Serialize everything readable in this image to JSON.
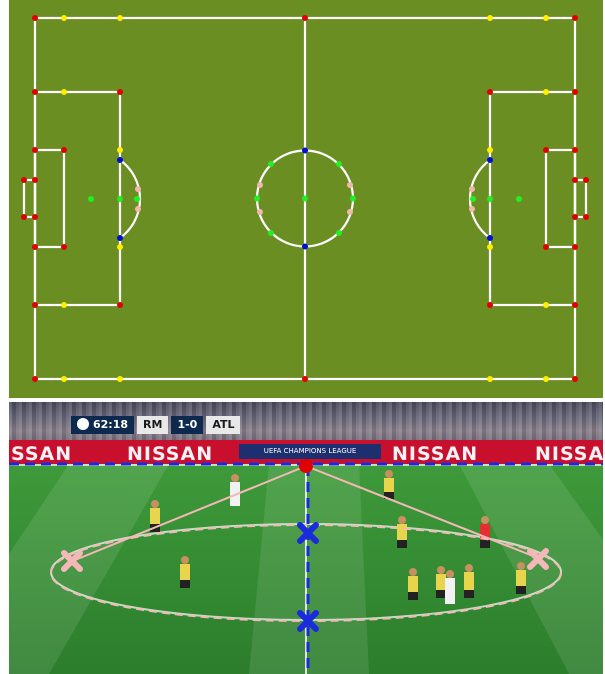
{
  "panels": {
    "top": "pitch-keypoint-template",
    "bottom": "broadcast-frame-with-projection"
  },
  "colors": {
    "pitch_green": "#6b8e23",
    "line_white": "#ffffff",
    "keypoint_red": "#e00000",
    "keypoint_yellow": "#ffee00",
    "keypoint_blue": "#0011cc",
    "keypoint_green": "#22ee22",
    "keypoint_pink": "#f4b6b0",
    "projection_blue": "#1a2bdc",
    "projection_pink": "#f5b8b8"
  },
  "keypoint_groups": [
    "red-corner-points",
    "yellow-line-points",
    "blue-circle-intersections",
    "green-interior-points",
    "pink-tangent-points"
  ],
  "broadcast": {
    "scorebug": {
      "time": "62:18",
      "home": "RM",
      "score": "1-0",
      "away": "ATL"
    },
    "ads": {
      "left": "SSAN",
      "center_left": "NISSAN",
      "center_board": "UEFA CHAMPIONS LEAGUE",
      "center_right": "NISSAN",
      "right": "NISSA"
    }
  }
}
